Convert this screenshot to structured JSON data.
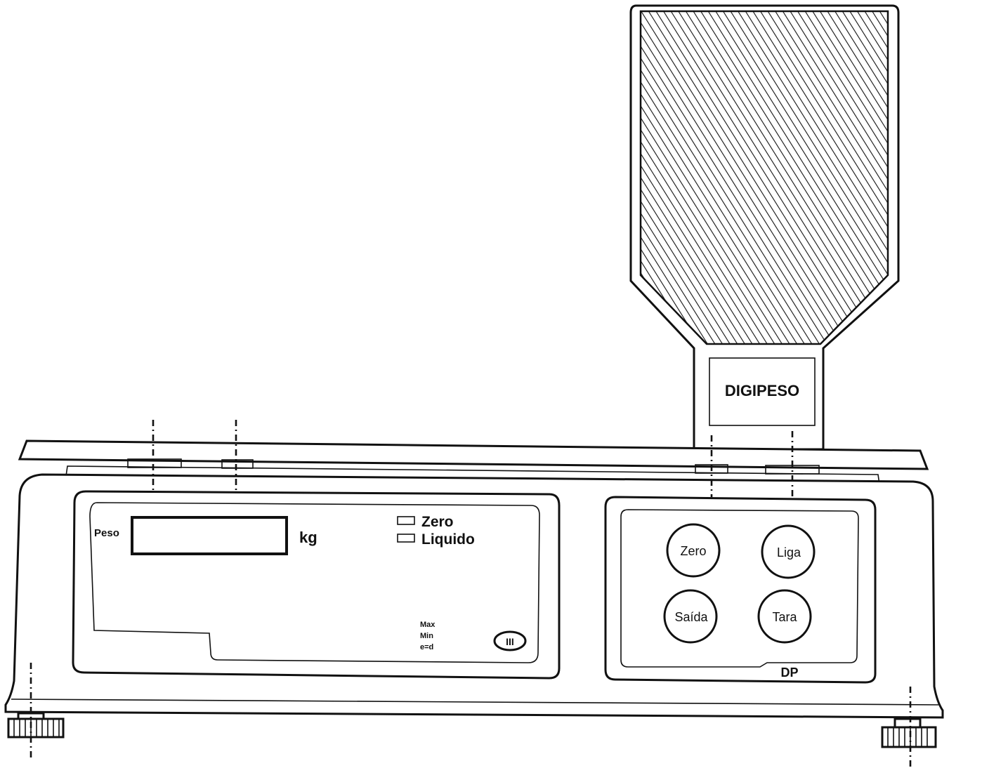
{
  "tower": {
    "brand": "DIGIPESO"
  },
  "display_panel": {
    "weight_label": "Peso",
    "unit": "kg",
    "indicators": [
      "Zero",
      "Liquido"
    ],
    "spec_labels": [
      "Max",
      "Min",
      "e=d"
    ],
    "class_mark": "III"
  },
  "keypad": {
    "buttons": [
      "Zero",
      "Liga",
      "Saída",
      "Tara"
    ],
    "model": "DP"
  }
}
